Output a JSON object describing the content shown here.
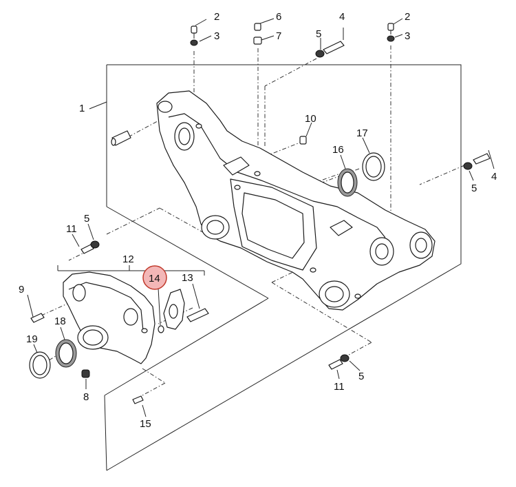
{
  "callouts": {
    "c1": "1",
    "c2a": "2",
    "c2b": "2",
    "c3a": "3",
    "c3b": "3",
    "c4a": "4",
    "c4b": "4",
    "c5a": "5",
    "c5b": "5",
    "c5c": "5",
    "c5d": "5",
    "c6": "6",
    "c7": "7",
    "c8": "8",
    "c9": "9",
    "c10": "10",
    "c11a": "11",
    "c11b": "11",
    "c12": "12",
    "c13": "13",
    "c14": "14",
    "c15": "15",
    "c16": "16",
    "c17": "17",
    "c18": "18",
    "c19": "19"
  },
  "highlight": {
    "part": "14",
    "color": "#f3b7b7",
    "stroke": "#c0392b"
  }
}
